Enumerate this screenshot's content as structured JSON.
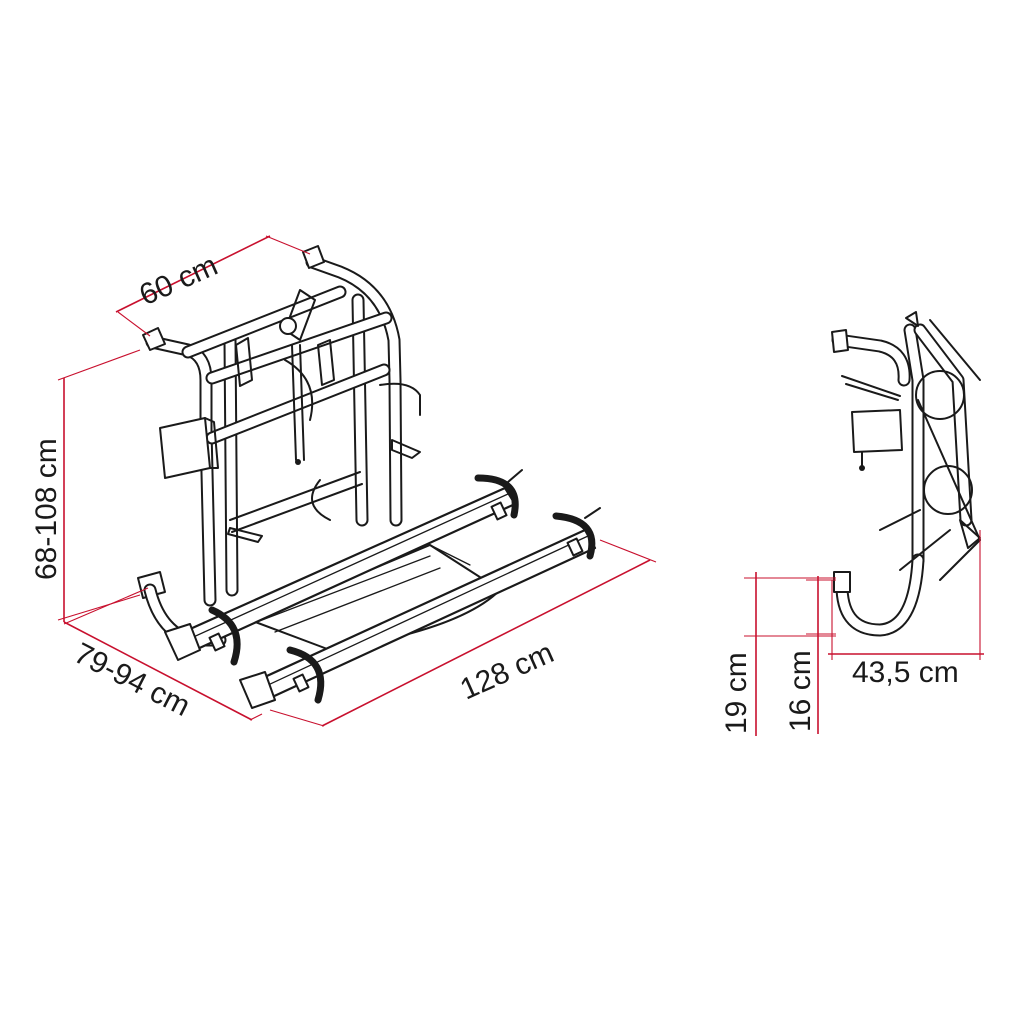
{
  "diagram": {
    "dimensions": {
      "width_top": "60 cm",
      "height": "68-108 cm",
      "depth": "79-94 cm",
      "rail_length": "128 cm",
      "side_depth": "43,5 cm",
      "side_height_1": "19 cm",
      "side_height_2": "16 cm"
    },
    "colors": {
      "dimension_lines": "#c8102e",
      "drawing_lines": "#1a1a1a",
      "background": "#ffffff"
    }
  }
}
